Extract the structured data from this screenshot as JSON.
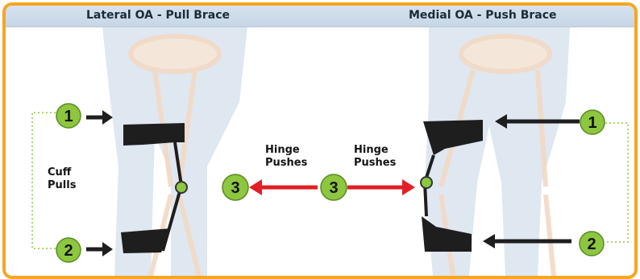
{
  "header": {
    "left_title": "Lateral OA - Pull Brace",
    "right_title": "Medial OA - Push Brace"
  },
  "left_panel": {
    "label_cuff": "Cuff",
    "label_pulls": "Pulls",
    "label_hinge": "Hinge",
    "label_pushes": "Pushes",
    "marker_1": "1",
    "marker_2": "2",
    "marker_3": "3"
  },
  "right_panel": {
    "label_hinge": "Hinge",
    "label_pushes": "Pushes",
    "marker_1": "1",
    "marker_2": "2",
    "marker_3": "3"
  },
  "colors": {
    "frame": "#f5a623",
    "marker_fill": "#8dc63f",
    "arrow_red": "#e21f26",
    "brace": "#1e1e1e",
    "dotted_line": "#8dc63f"
  }
}
